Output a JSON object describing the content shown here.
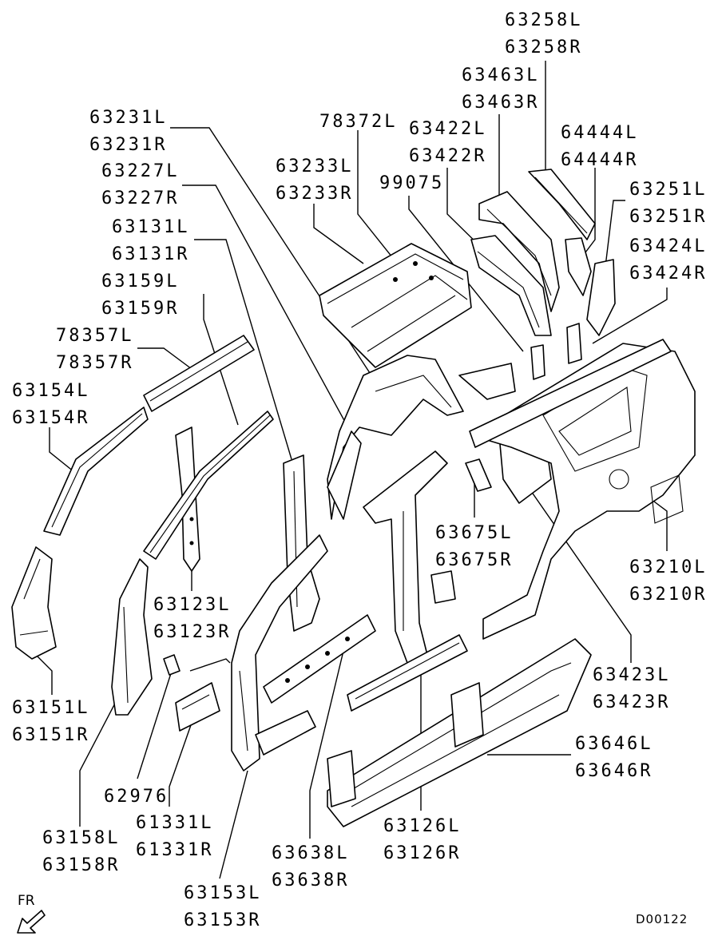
{
  "labels": {
    "p63258": {
      "l": "63258L",
      "r": "63258R"
    },
    "p63463": {
      "l": "63463L",
      "r": "63463R"
    },
    "p63231": {
      "l": "63231L",
      "r": "63231R"
    },
    "p78372": {
      "l": "78372L"
    },
    "p63422": {
      "l": "63422L",
      "r": "63422R"
    },
    "p64444": {
      "l": "64444L",
      "r": "64444R"
    },
    "p63227": {
      "l": "63227L",
      "r": "63227R"
    },
    "p63233": {
      "l": "63233L",
      "r": "63233R"
    },
    "p99075": {
      "l": "99075"
    },
    "p63251": {
      "l": "63251L",
      "r": "63251R"
    },
    "p63131": {
      "l": "63131L",
      "r": "63131R"
    },
    "p63424": {
      "l": "63424L",
      "r": "63424R"
    },
    "p63159": {
      "l": "63159L",
      "r": "63159R"
    },
    "p78357": {
      "l": "78357L",
      "r": "78357R"
    },
    "p63154": {
      "l": "63154L",
      "r": "63154R"
    },
    "p63675": {
      "l": "63675L",
      "r": "63675R"
    },
    "p63210": {
      "l": "63210L",
      "r": "63210R"
    },
    "p63123": {
      "l": "63123L",
      "r": "63123R"
    },
    "p63423": {
      "l": "63423L",
      "r": "63423R"
    },
    "p63151": {
      "l": "63151L",
      "r": "63151R"
    },
    "p63646": {
      "l": "63646L",
      "r": "63646R"
    },
    "p62976": {
      "l": "62976"
    },
    "p61331": {
      "l": "61331L",
      "r": "61331R"
    },
    "p63126": {
      "l": "63126L",
      "r": "63126R"
    },
    "p63158": {
      "l": "63158L",
      "r": "63158R"
    },
    "p63638": {
      "l": "63638L",
      "r": "63638R"
    },
    "p63153": {
      "l": "63153L",
      "r": "63153R"
    }
  },
  "direction_label": "FR",
  "drawing_code": "D00122"
}
